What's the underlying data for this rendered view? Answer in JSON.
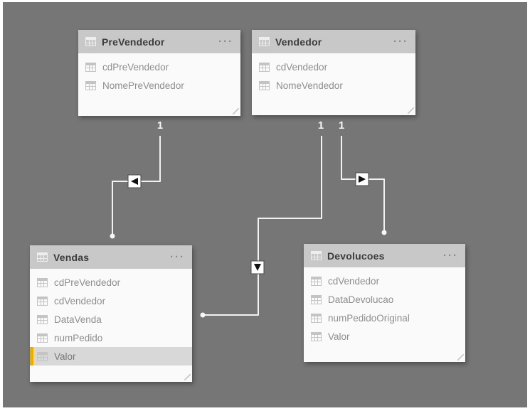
{
  "ui": {
    "background_color": "#767676",
    "frame_color": "#ffffff",
    "header_color": "#c8c8c8",
    "selected_field_bar_color": "#e8b007",
    "selected_field_bg_color": "#d8d8d8",
    "relationship_line_color": "#f2f2f2",
    "more_options_label": "···"
  },
  "tables": [
    {
      "name": "PreVendedor",
      "fields": [
        {
          "name": "cdPreVendedor",
          "selected": false
        },
        {
          "name": "NomePreVendedor",
          "selected": false
        }
      ]
    },
    {
      "name": "Vendedor",
      "fields": [
        {
          "name": "cdVendedor",
          "selected": false
        },
        {
          "name": "NomeVendedor",
          "selected": false
        }
      ]
    },
    {
      "name": "Vendas",
      "fields": [
        {
          "name": "cdPreVendedor",
          "selected": false
        },
        {
          "name": "cdVendedor",
          "selected": false
        },
        {
          "name": "DataVenda",
          "selected": false
        },
        {
          "name": "numPedido",
          "selected": false
        },
        {
          "name": "Valor",
          "selected": true
        }
      ]
    },
    {
      "name": "Devolucoes",
      "fields": [
        {
          "name": "cdVendedor",
          "selected": false
        },
        {
          "name": "DataDevolucao",
          "selected": false
        },
        {
          "name": "numPedidoOriginal",
          "selected": false
        },
        {
          "name": "Valor",
          "selected": false
        }
      ]
    }
  ],
  "relationships": [
    {
      "from_table": "PreVendedor",
      "to_table": "Vendas",
      "from_cardinality": "1",
      "arrow_direction": "left"
    },
    {
      "from_table": "Vendedor",
      "to_table": "Vendas",
      "from_cardinality": "1",
      "arrow_direction": "down"
    },
    {
      "from_table": "Vendedor",
      "to_table": "Devolucoes",
      "from_cardinality": "1",
      "arrow_direction": "right"
    }
  ]
}
